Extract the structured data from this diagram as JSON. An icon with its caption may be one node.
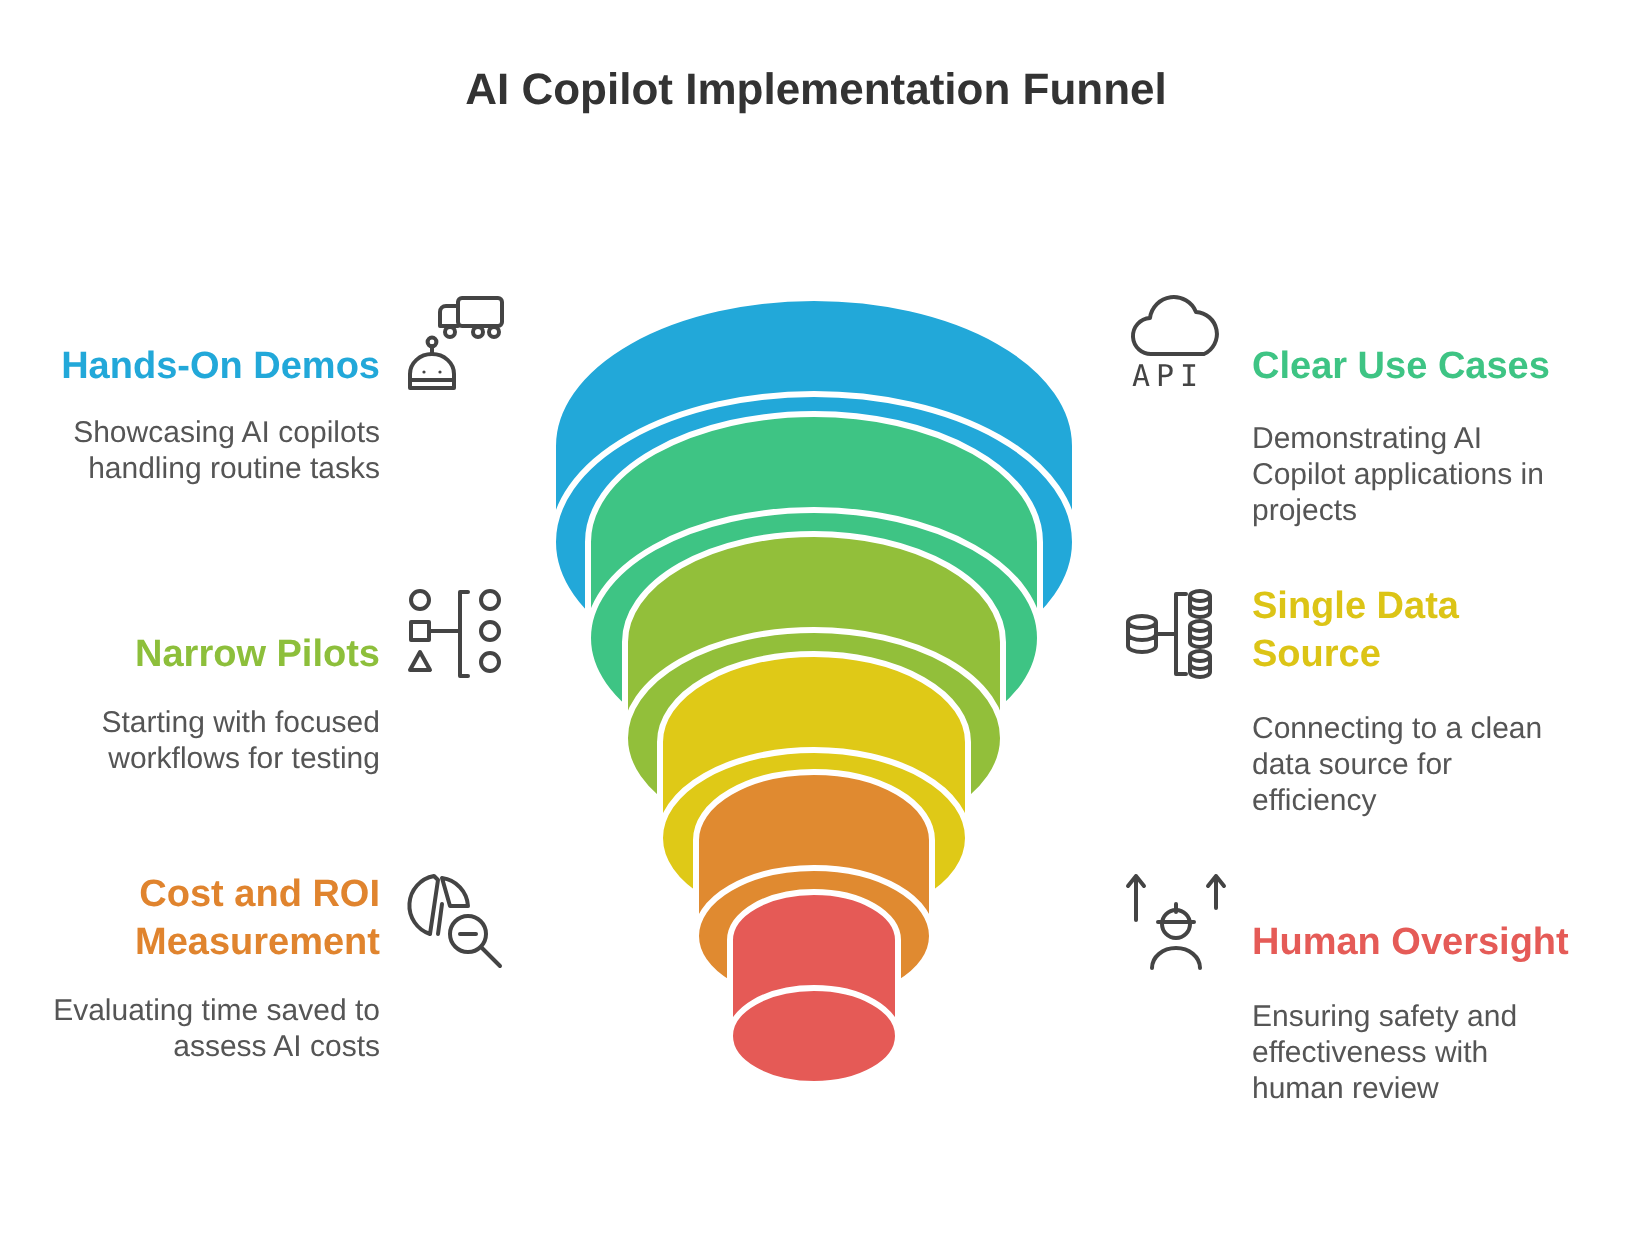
{
  "diagram": {
    "title": "AI Copilot Implementation Funnel",
    "labels": [
      "Hands-On Demos",
      "Showcasing AI copilots handling routine tasks",
      "API",
      "Clear Use Cases",
      "Demonstrating AI Copilot applications in projects",
      "Narrow Pilots",
      "Starting with focused workflows for testing",
      "Single Data Source",
      "Connecting to a clean data source for efficiency",
      "Cost and ROI Measurement",
      "Evaluating time saved to assess AI costs",
      "Human Oversight",
      "Ensuring safety and effectiveness with human review"
    ]
  }
}
